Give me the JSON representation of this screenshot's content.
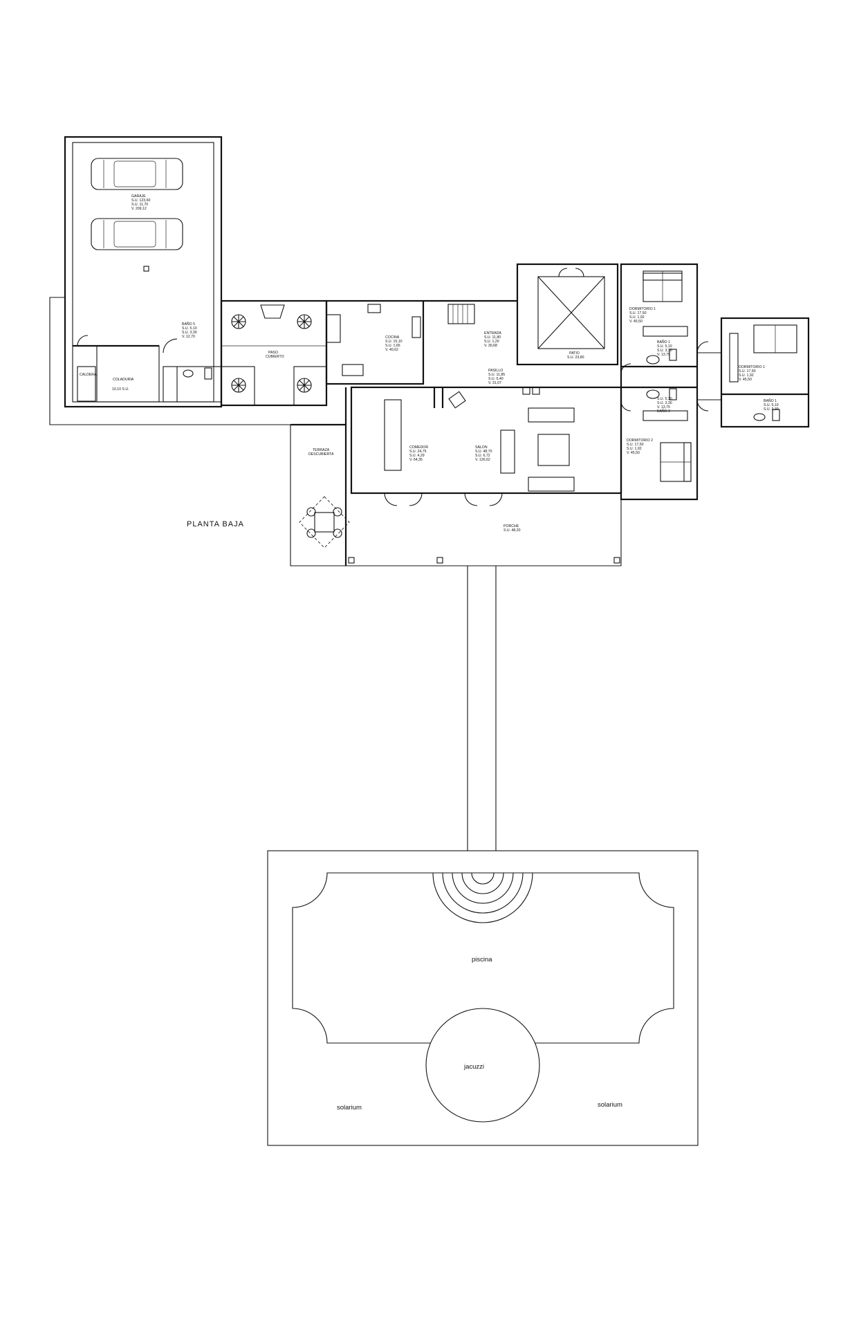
{
  "plan_title": "PLANTA BAJA",
  "rooms": {
    "garaje": {
      "name": "GARAJE",
      "lines": [
        "S.U.  123,60",
        "S.U.    11,70",
        "V.     209,12"
      ]
    },
    "bano5": {
      "name": "BAÑO 5",
      "lines": [
        "S.U.    5,10",
        "S.U.    3,30",
        "V.      12,70"
      ]
    },
    "caldera": {
      "name": "CALDERA"
    },
    "coladuria": {
      "name": "COLADURIA",
      "lines": [
        "10,10  S.U."
      ]
    },
    "paso": {
      "name": "PASO",
      "name2": "CUBIERTO"
    },
    "cocina": {
      "name": "COCINA",
      "lines": [
        "S.U.    15,10",
        "S.U.     1,65",
        "V.      40,62"
      ]
    },
    "entrada": {
      "name": "ENTRADA",
      "lines": [
        "S.U.    11,80",
        "S.U.     1,20",
        "V.      30,68"
      ]
    },
    "patio": {
      "name": "PATIO",
      "lines": [
        "S.U.   23,80"
      ]
    },
    "pasillo": {
      "name": "PASILLO",
      "lines": [
        "S.U.    11,85",
        "S.U.     5,40",
        "V.      31,07"
      ]
    },
    "comedor": {
      "name": "COMEDOR",
      "lines": [
        "S.U.    24,75",
        "S.U.     4,29",
        "V.      64,35"
      ]
    },
    "salon": {
      "name": "SALON",
      "lines": [
        "S.U.    48,70",
        "S.U.     6,72",
        "V.     126,62"
      ]
    },
    "terraza": {
      "name": "TERRAZA",
      "name2": "DESCUBIERTA"
    },
    "porche": {
      "name": "PORCHE",
      "lines": [
        "S.U.   48,20"
      ]
    },
    "dormitorio1": {
      "name": "DORMITORIO 1",
      "lines": [
        "S.U.    17,50",
        "S.U.     1,92",
        "V.      45,50"
      ]
    },
    "dormitorio1b": {
      "name": "DORMITORIO 1",
      "lines": [
        "S.U.    17,50",
        "S.U.     1,92",
        "V.      45,50"
      ]
    },
    "dormitorio2": {
      "name": "DORMITORIO 2",
      "lines": [
        "S.U.    17,50",
        "S.U.     1,92",
        "V.      45,50"
      ]
    },
    "bano1": {
      "name": "BAÑO 1",
      "lines": [
        "S.U.    5,10",
        "S.U.    3,30",
        "V.      13,75"
      ]
    },
    "bano1b": {
      "name": "BAÑO 1",
      "lines": [
        "S.U.    5,10",
        "S.U.    3,30"
      ]
    },
    "bano2": {
      "name": "BAÑO 2",
      "lines": [
        "S.U.    5,10",
        "S.U.    3,30",
        "V.      13,75"
      ]
    }
  },
  "pool": {
    "piscina": "piscina",
    "jacuzzi": "jacuzzi",
    "solarium_left": "solarium",
    "solarium_right": "solarium"
  }
}
